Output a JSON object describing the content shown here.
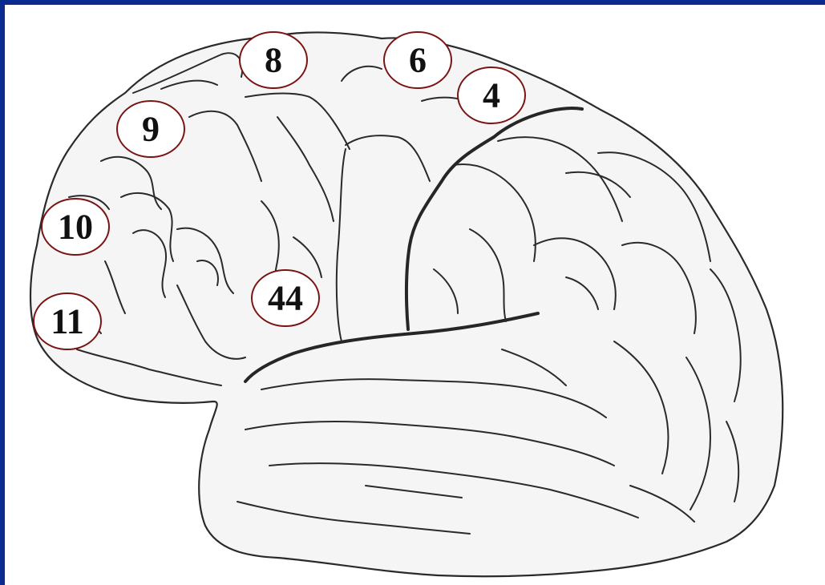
{
  "labels": [
    {
      "id": "8",
      "text": "8"
    },
    {
      "id": "6",
      "text": "6"
    },
    {
      "id": "4",
      "text": "4"
    },
    {
      "id": "9",
      "text": "9"
    },
    {
      "id": "10",
      "text": "10"
    },
    {
      "id": "44",
      "text": "44"
    },
    {
      "id": "11",
      "text": "11"
    }
  ],
  "colors": {
    "frame": "#0a2a8f",
    "label_border": "#7a1414",
    "brain_fill": "#f4f5f4",
    "outline": "#2a2a2a"
  }
}
